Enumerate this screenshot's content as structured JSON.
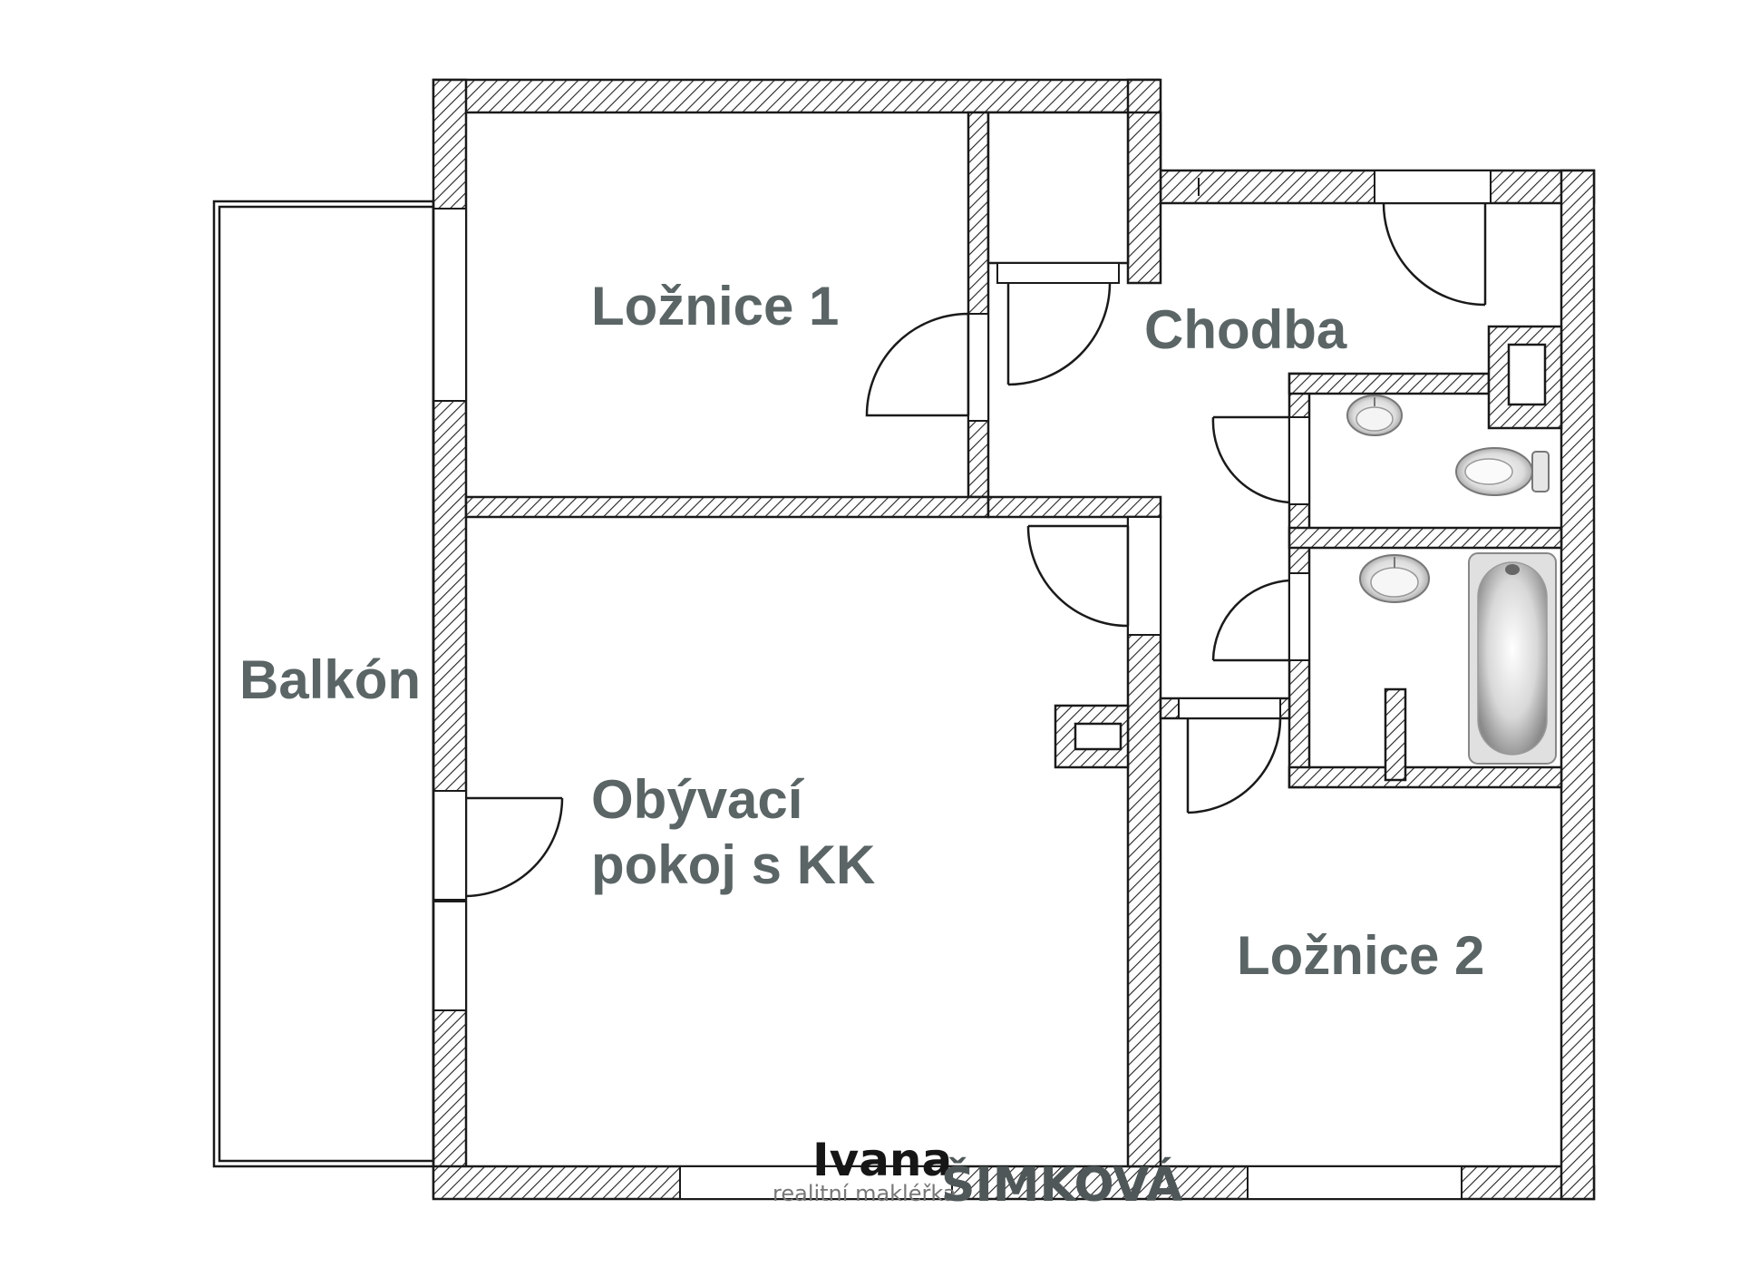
{
  "floorplan": {
    "rooms": {
      "bedroom1": "Ložnice 1",
      "hallway": "Chodba",
      "balcony": "Balkón",
      "living_line1": "Obývací",
      "living_line2": "pokoj s KK",
      "bedroom2": "Ložnice 2"
    },
    "watermark": {
      "first_name": "Ivana",
      "subtitle": "realitní makléřka",
      "last_name": "ŠIMKOVÁ"
    }
  },
  "colors": {
    "wall": "#1a1a1a",
    "hatch": "#2a2a2a",
    "label": "#5b6566"
  }
}
